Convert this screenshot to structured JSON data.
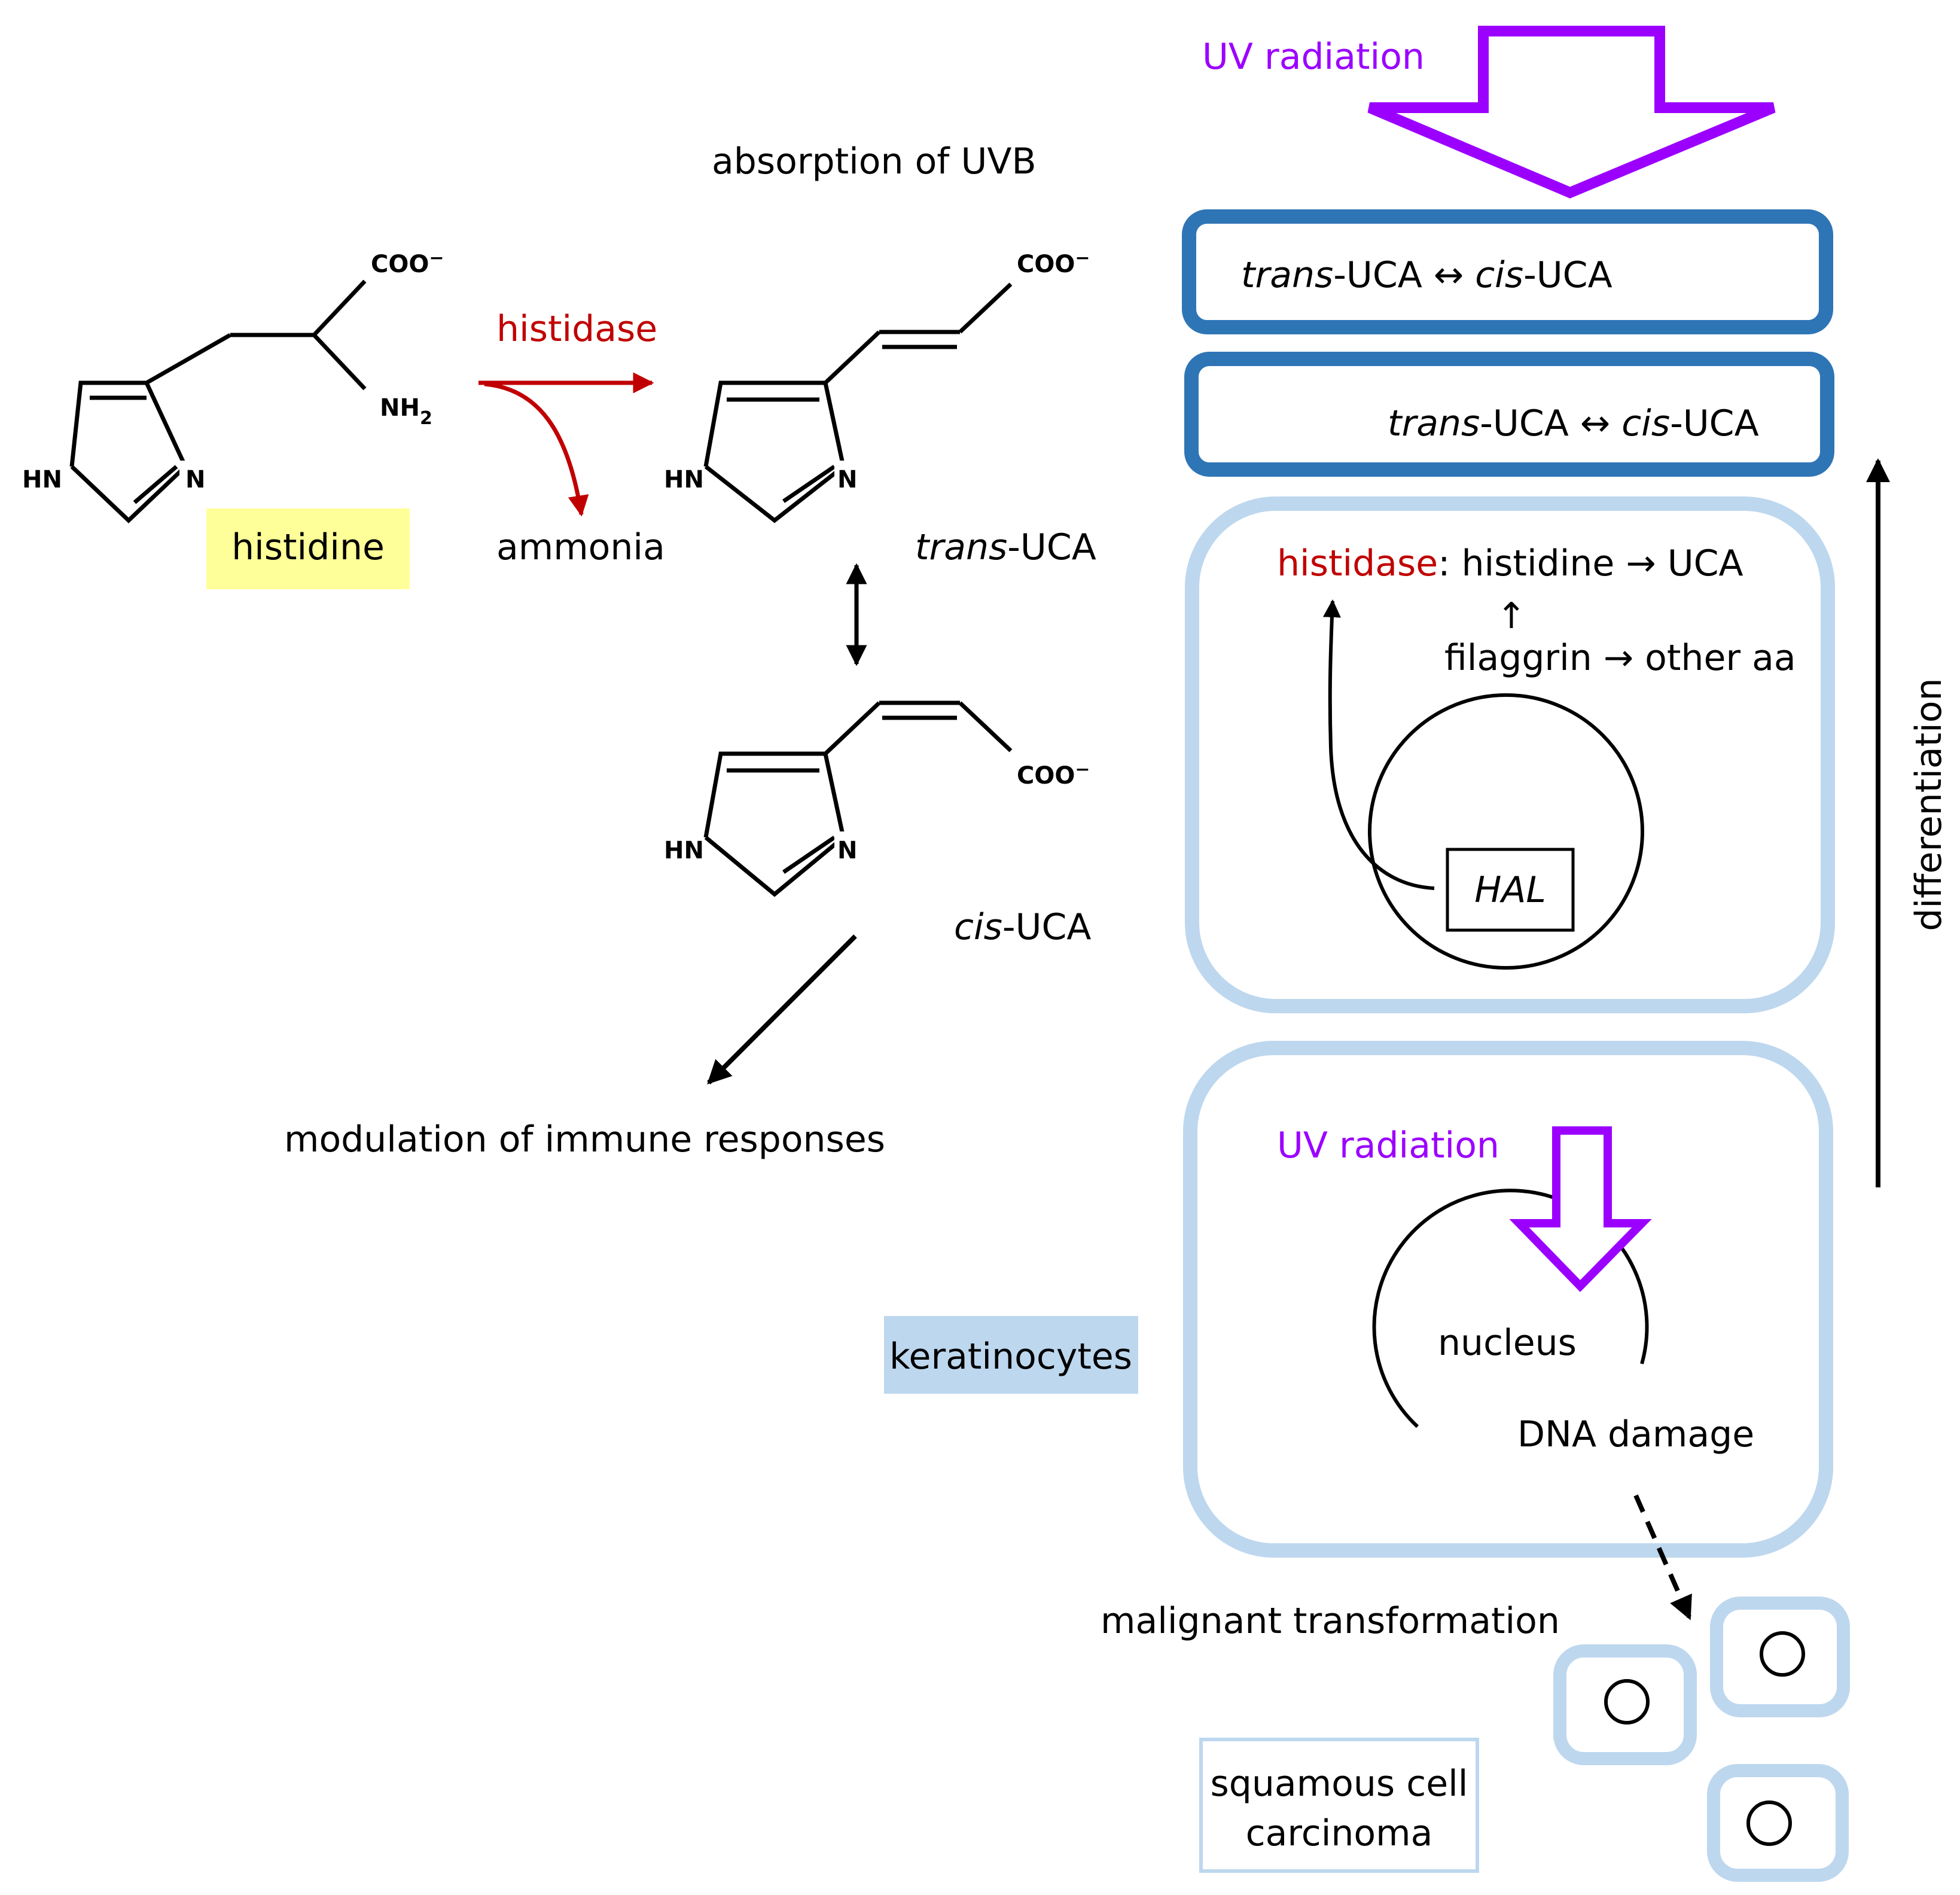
{
  "colors": {
    "uv": "#9b00ff",
    "histidase": "#c00000",
    "dark_box": "#2e75b6",
    "light_box": "#bdd7ee",
    "histidine_hl": "#ffff99",
    "keratinocytes_hl": "#bdd7ee",
    "ink": "#000000"
  },
  "top": {
    "uv_label": "UV radiation",
    "absorption": "absorption of UVB"
  },
  "chem": {
    "coo": "COO",
    "charge": "−",
    "nh2": "NH",
    "nh2_sub": "2",
    "hn": "HN",
    "n": "N"
  },
  "left": {
    "histidine": "histidine",
    "histidase": "histidase",
    "ammonia": "ammonia",
    "trans_prefix": "trans",
    "cis_prefix": "cis",
    "uca_suffix": "-UCA",
    "modulation": "modulation of immune responses"
  },
  "right": {
    "box1_text": {
      "trans": "trans",
      "sep": "-UCA ↔ ",
      "cis": "cis",
      "end": "-UCA"
    },
    "box2_text": {
      "trans": "trans",
      "sep": "-UCA ↔ ",
      "cis": "cis",
      "end": "-UCA"
    },
    "cell_histidase": "histidase",
    "cell_reaction": ": histidine → UCA",
    "up_arrow": "↑",
    "filaggrin": "filaggrin → other aa",
    "hal": "HAL",
    "uv_label": "UV radiation",
    "nucleus": "nucleus",
    "dna_damage": "DNA damage",
    "differentiation": "differentiation",
    "keratinocytes": "keratinocytes",
    "malignant": "malignant transformation",
    "scc_line1": "squamous cell",
    "scc_line2": "carcinoma"
  }
}
